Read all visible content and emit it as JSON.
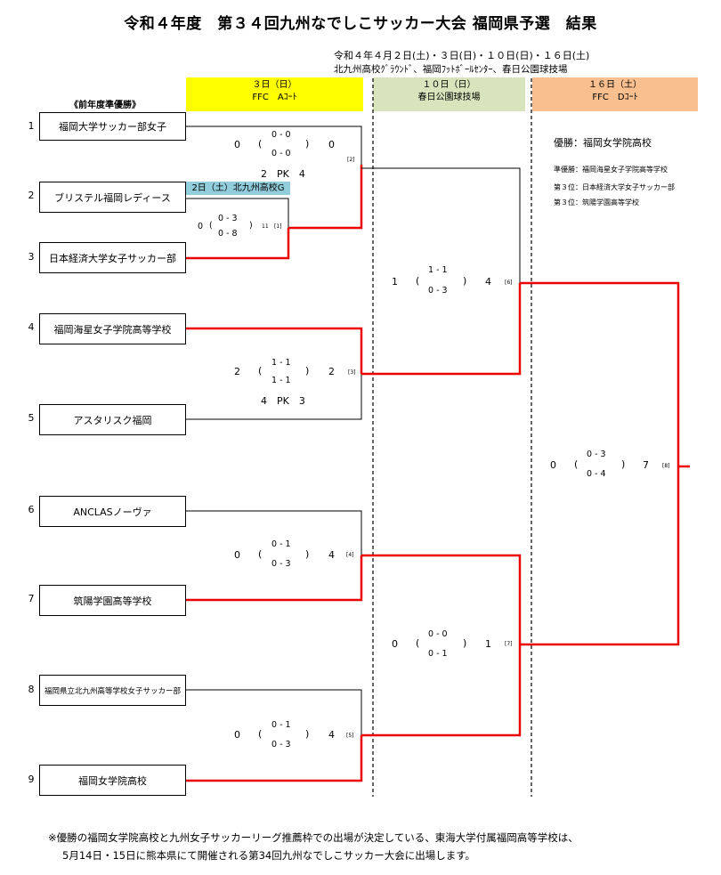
{
  "title": "令和４年度　第３４回九州なでしこサッカー大会 福岡県予選　結果",
  "dates": "令和４年４月２日(土)・３日(日)・１０日(日)・１６日(土)",
  "venues": "北九州高校ｸﾞﾗｳﾝﾄﾞ、福岡ﾌｯﾄﾎﾞｰﾙｾﾝﾀｰ、春日公園球技場",
  "columns": [
    {
      "day": "３日（日）",
      "venue": "FFC　Aｺｰﾄ",
      "bg": "#ffff00"
    },
    {
      "day": "１０日（日）",
      "venue": "春日公園球技場",
      "bg": "#d8e4bc"
    },
    {
      "day": "１６日（土）",
      "venue": "FFC　Dｺｰﾄ",
      "bg": "#fabf8f"
    }
  ],
  "prev_runner_up_label": "《前年度準優勝》",
  "sub_venue_label": "2日（土）北九州高校G",
  "sub_venue_bg": "#92cddc",
  "teams": [
    {
      "seed": "1",
      "name": "福岡大学サッカー部女子"
    },
    {
      "seed": "2",
      "name": "ブリステル福岡レディース"
    },
    {
      "seed": "3",
      "name": "日本経済大学女子サッカー部"
    },
    {
      "seed": "4",
      "name": "福岡海星女子学院高等学校"
    },
    {
      "seed": "5",
      "name": "アスタリスク福岡"
    },
    {
      "seed": "6",
      "name": "ANCLASノーヴァ"
    },
    {
      "seed": "7",
      "name": "筑陽学園高等学校"
    },
    {
      "seed": "8",
      "name": "福岡県立北九州高等学校女子サッカー部"
    },
    {
      "seed": "9",
      "name": "福岡女学院高校"
    }
  ],
  "matches": {
    "m1": {
      "left": "0",
      "half1": "0 - 3",
      "half2": "0 - 8",
      "right": "11",
      "no": "[1]"
    },
    "m2": {
      "left": "0",
      "half1": "0 - 0",
      "half2": "0 - 0",
      "right": "0",
      "no": "[2]",
      "pk": "2　PK　4"
    },
    "m3": {
      "left": "2",
      "half1": "1 - 1",
      "half2": "1 - 1",
      "right": "2",
      "no": "[3]",
      "pk": "4　PK　3"
    },
    "m4": {
      "left": "0",
      "half1": "0 - 1",
      "half2": "0 - 3",
      "right": "4",
      "no": "[4]"
    },
    "m5": {
      "left": "0",
      "half1": "0 - 1",
      "half2": "0 - 3",
      "right": "4",
      "no": "[5]"
    },
    "m6": {
      "left": "1",
      "half1": "1 - 1",
      "half2": "0 - 3",
      "right": "4",
      "no": "[6]"
    },
    "m7": {
      "left": "0",
      "half1": "0 - 0",
      "half2": "0 - 1",
      "right": "1",
      "no": "[7]"
    },
    "m8": {
      "left": "0",
      "half1": "0 - 3",
      "half2": "0 - 4",
      "right": "7",
      "no": "[8]"
    }
  },
  "results": {
    "champion": "優勝：福岡女学院高校",
    "runner_up": "準優勝：福岡海星女子学院高等学校",
    "third_a": "第３位：日本経済大学女子サッカー部",
    "third_b": "第３位：筑陽学園高等学校"
  },
  "note_line1": "※優勝の福岡女学院高校と九州女子サッカーリーグ推薦枠での出場が決定している、東海大学付属福岡高等学校は、",
  "note_line2": "5月14日・15日に熊本県にて開催される第34回九州なでしこサッカー大会に出場します。",
  "colors": {
    "winner_line": "#ee0000",
    "line": "#000000"
  }
}
